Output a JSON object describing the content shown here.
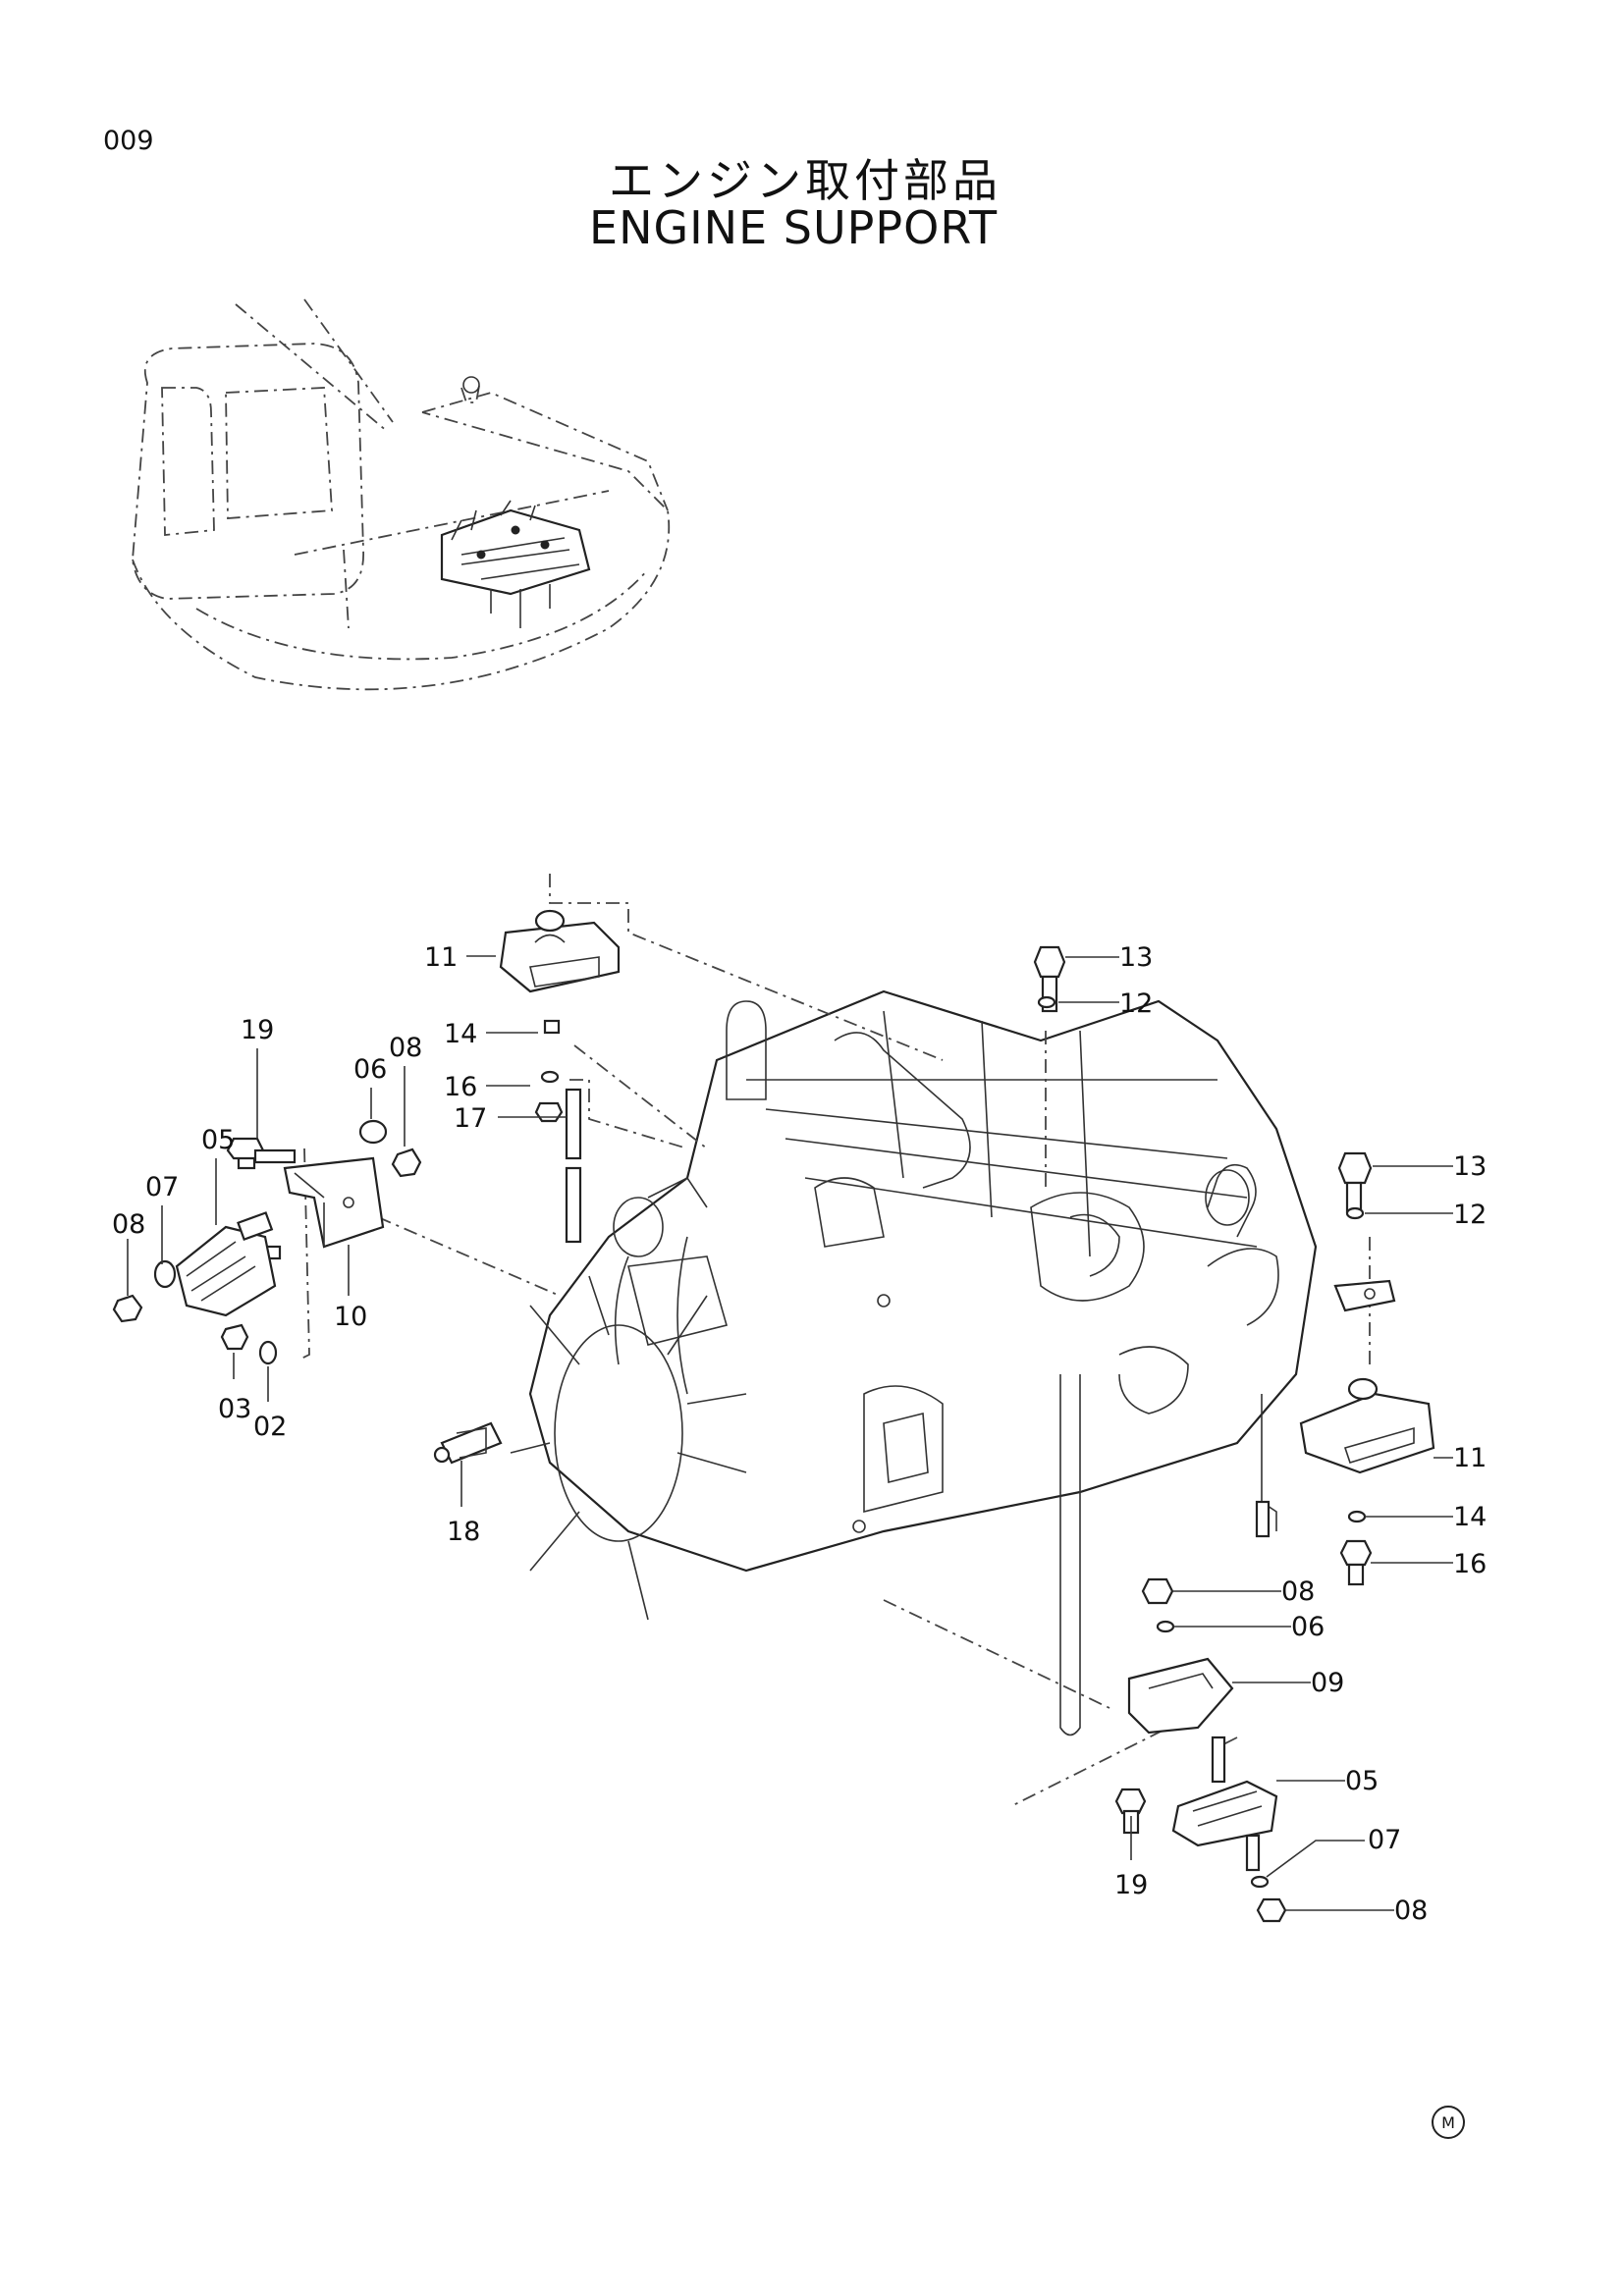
{
  "page": {
    "number": "009"
  },
  "title": {
    "japanese": "エンジン取付部品",
    "english": "ENGINE SUPPORT"
  },
  "callouts": [
    {
      "label": "11"
    },
    {
      "label": "14"
    },
    {
      "label": "16"
    },
    {
      "label": "17"
    },
    {
      "label": "19"
    },
    {
      "label": "06"
    },
    {
      "label": "08"
    },
    {
      "label": "05"
    },
    {
      "label": "07"
    },
    {
      "label": "08"
    },
    {
      "label": "10"
    },
    {
      "label": "03"
    },
    {
      "label": "02"
    },
    {
      "label": "18"
    },
    {
      "label": "13"
    },
    {
      "label": "12"
    },
    {
      "label": "13"
    },
    {
      "label": "12"
    },
    {
      "label": "11"
    },
    {
      "label": "14"
    },
    {
      "label": "16"
    },
    {
      "label": "08"
    },
    {
      "label": "06"
    },
    {
      "label": "09"
    },
    {
      "label": "05"
    },
    {
      "label": "07"
    },
    {
      "label": "19"
    },
    {
      "label": "08"
    }
  ],
  "mark": "M"
}
